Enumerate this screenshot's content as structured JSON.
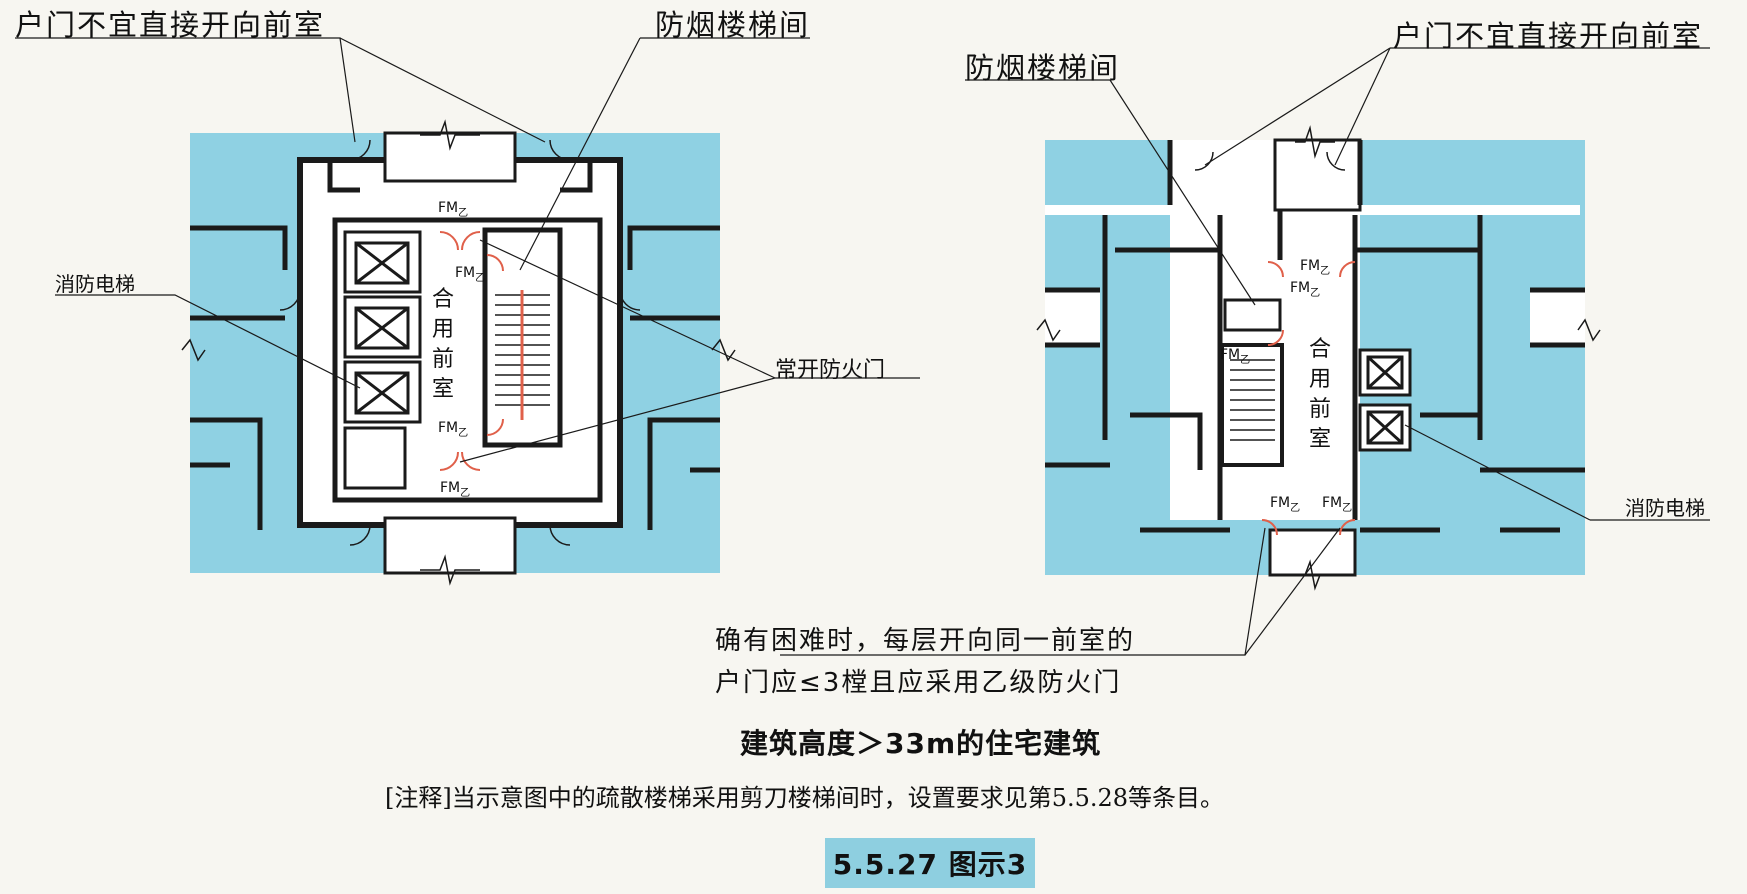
{
  "colors": {
    "room_fill": "#8fd1e3",
    "wall": "#1a1a1a",
    "door_red": "#e0604a",
    "core_fill": "#ffffff",
    "badge_bg": "#8ecfe0"
  },
  "left_plan": {
    "label_door_not_to_anteroom": "户门不宜直接开向前室",
    "label_smokeproof_stair": "防烟楼梯间",
    "label_fire_elevator": "消防电梯",
    "label_normally_open_fire_door": "常开防火门",
    "label_shared_anteroom": "合用前室",
    "fm_text": "FM",
    "fm_sub": "乙"
  },
  "right_plan": {
    "label_smokeproof_stair": "防烟楼梯间",
    "label_door_not_to_anteroom": "户门不宜直接开向前室",
    "label_fire_elevator": "消防电梯",
    "label_shared_anteroom": "合用前室",
    "fm_text": "FM",
    "fm_sub": "乙"
  },
  "callout": {
    "line1": "确有困难时，每层开向同一前室的",
    "line2": "户门应≤3樘且应采用乙级防火门"
  },
  "building_title": "建筑高度＞33m的住宅建筑",
  "note": "[注释]当示意图中的疏散楼梯采用剪刀楼梯间时，设置要求见第5.5.28等条目。",
  "figure_badge": "5.5.27  图示3"
}
